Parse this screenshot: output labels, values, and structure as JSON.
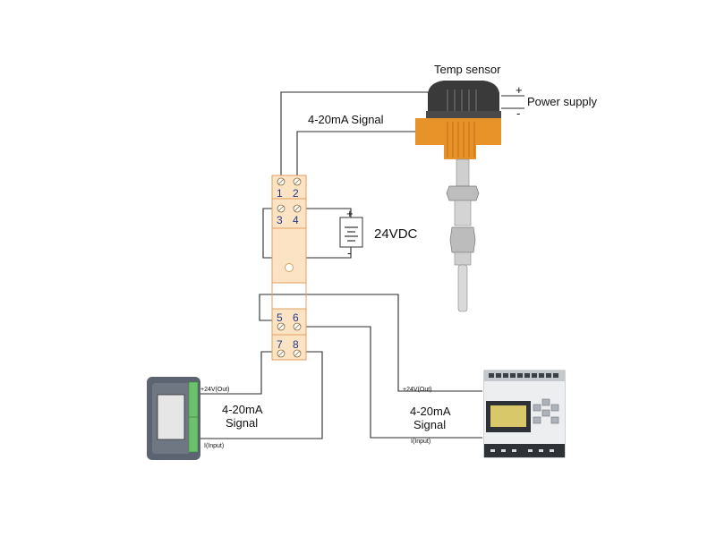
{
  "labels": {
    "temp_sensor": "Temp sensor",
    "power_plus": "+",
    "power_minus": "-",
    "power_supply": "Power supply",
    "signal_top": "4-20mA Signal",
    "dc_plus": "+",
    "dc_minus": "-",
    "dc_voltage": "24VDC",
    "left_line1": "4-20mA",
    "left_line2": "Signal",
    "right_line1": "4-20mA",
    "right_line2": "Signal",
    "left_out": "+24V(Out)",
    "left_in": "I(Input)",
    "right_out": "+24V(Out)",
    "right_in": "I(Input)"
  },
  "terminals": [
    "1",
    "2",
    "3",
    "4",
    "5",
    "6",
    "7",
    "8"
  ],
  "colors": {
    "sensor_orange": "#e8922a",
    "sensor_head": "#3a3a3a",
    "terminal_body": "#fbe3c4",
    "terminal_border": "#e0a060",
    "terminal_number": "#1f3b8a",
    "display_frame": "#5b6470",
    "display_terminal": "#6cc16c",
    "plc_body": "#dcdfe3",
    "plc_screen": "#d8c86a"
  }
}
